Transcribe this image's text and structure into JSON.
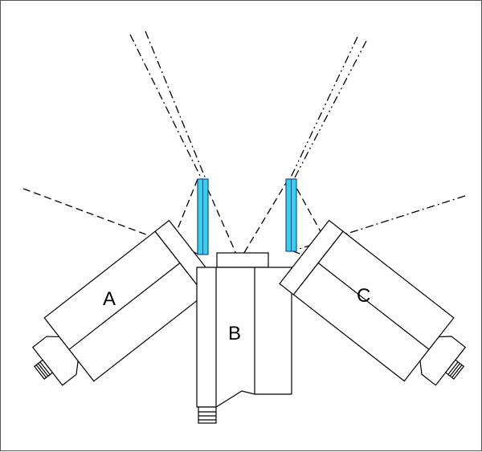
{
  "diagram": {
    "cameras": [
      {
        "id": "camera-a",
        "label": "A"
      },
      {
        "id": "camera-b",
        "label": "B"
      },
      {
        "id": "camera-c",
        "label": "C"
      }
    ],
    "colors": {
      "filter": "#33d3e6",
      "filter_edge": "#1a4a9a",
      "lines": "#000000",
      "border": "#555555"
    }
  }
}
